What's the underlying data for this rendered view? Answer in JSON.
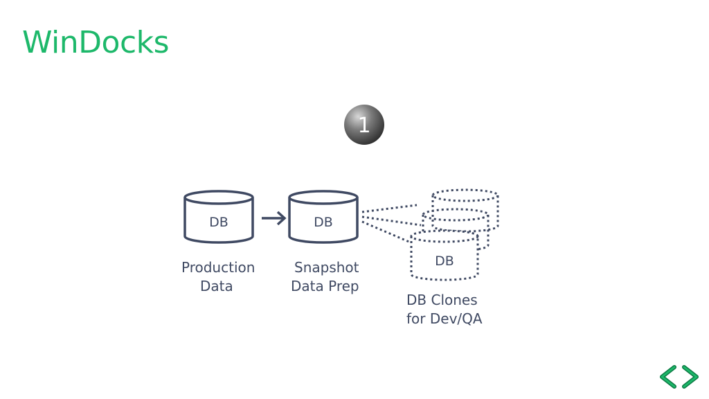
{
  "slide": {
    "title": "WinDocks",
    "step_number": "1"
  },
  "diagram": {
    "production_db": {
      "db_label": "DB",
      "caption_line1": "Production",
      "caption_line2": "Data"
    },
    "snapshot_db": {
      "db_label": "DB",
      "caption_line1": "Snapshot",
      "caption_line2": "Data Prep"
    },
    "clone_db": {
      "db_label": "DB",
      "caption_line1": "DB Clones",
      "caption_line2": "for Dev/QA"
    }
  },
  "colors": {
    "title_green": "#1db86a",
    "diagram_navy": "#3f4962",
    "badge_gray": "#6b6b6b"
  },
  "icons": {
    "nav": "code-brackets-icon"
  }
}
